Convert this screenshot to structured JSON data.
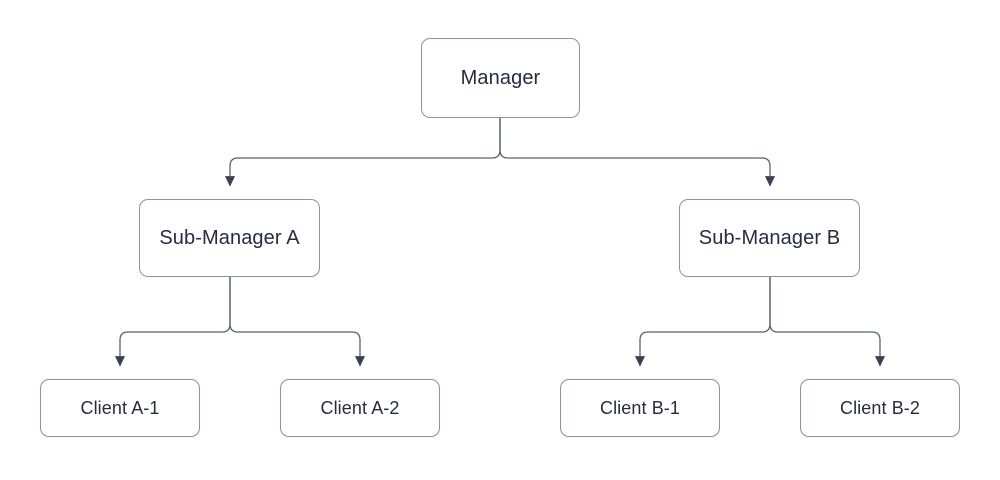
{
  "diagram": {
    "type": "org-chart-tree",
    "orientation": "top-down",
    "background_color": "#FFFFFF",
    "node_fill_color": "#FFFFFF",
    "node_border_color": "#8C93A1",
    "edge_color": "#5A6270",
    "arrow_color": "#3A4050",
    "text_color": "#252D3D",
    "nodes": {
      "root": {
        "label": "Manager"
      },
      "sub_a": {
        "label": "Sub-Manager A"
      },
      "sub_b": {
        "label": "Sub-Manager B"
      },
      "client_a1": {
        "label": "Client A-1"
      },
      "client_a2": {
        "label": "Client A-2"
      },
      "client_b1": {
        "label": "Client B-1"
      },
      "client_b2": {
        "label": "Client B-2"
      }
    },
    "edges": [
      {
        "from": "Manager",
        "to": "Sub-Manager A"
      },
      {
        "from": "Manager",
        "to": "Sub-Manager B"
      },
      {
        "from": "Sub-Manager A",
        "to": "Client A-1"
      },
      {
        "from": "Sub-Manager A",
        "to": "Client A-2"
      },
      {
        "from": "Sub-Manager B",
        "to": "Client B-1"
      },
      {
        "from": "Sub-Manager B",
        "to": "Client B-2"
      }
    ]
  }
}
